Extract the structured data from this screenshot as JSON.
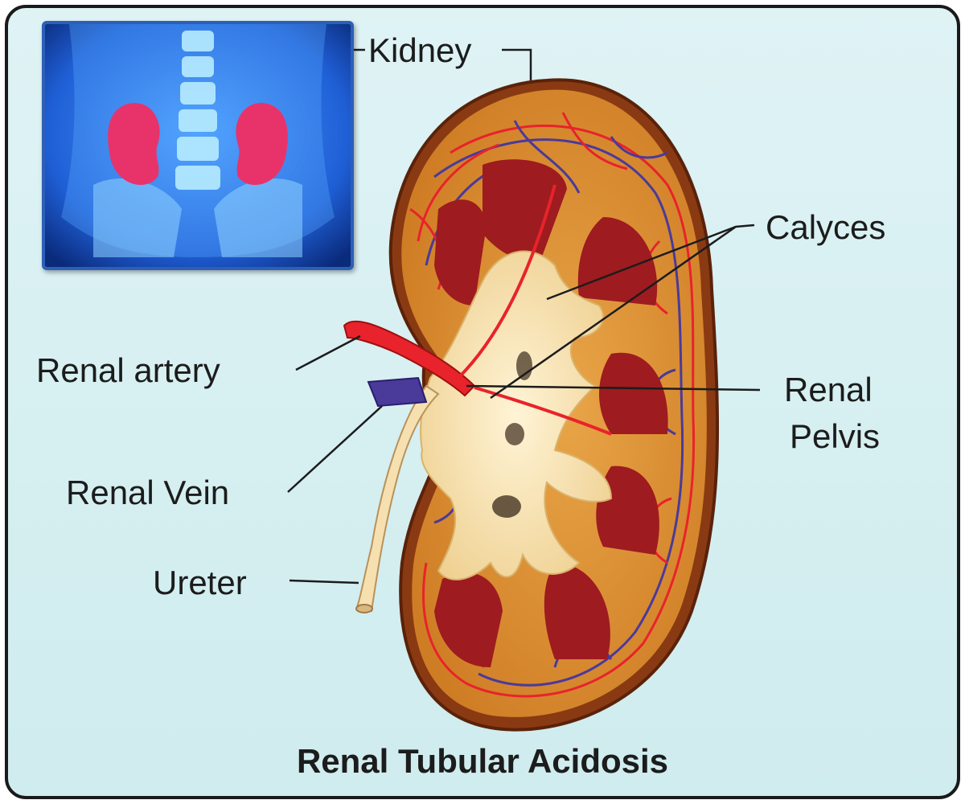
{
  "labels": {
    "kidney": "Kidney",
    "calyces": "Calyces",
    "renal_artery": "Renal artery",
    "renal_pelvis_line1": "Renal",
    "renal_pelvis_line2": "Pelvis",
    "renal_vein": "Renal Vein",
    "ureter": "Ureter"
  },
  "title": "Renal Tubular Acidosis",
  "colors": {
    "background": "#d8f0f2",
    "cortex": "#d98a2b",
    "medulla_pyramid": "#9e1b1f",
    "pelvis": "#f7deaa",
    "artery": "#e8232b",
    "vein": "#4a3a9a",
    "xray_blue": "#1f5fd6",
    "xray_kidney": "#e8336a"
  }
}
